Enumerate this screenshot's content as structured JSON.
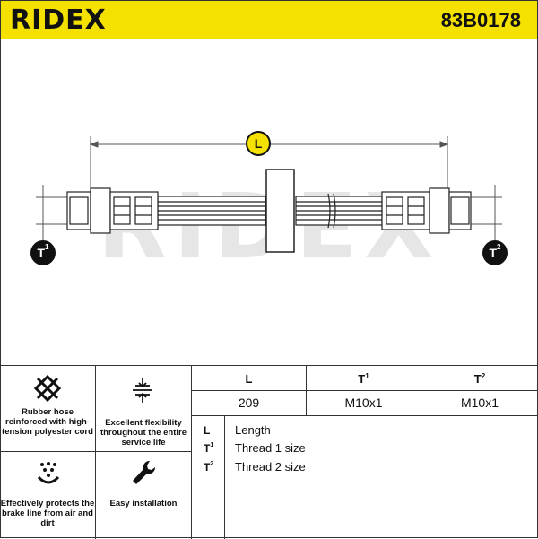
{
  "header": {
    "brand": "RIDEX",
    "part_number": "83B0178"
  },
  "drawing": {
    "watermark": "RIDEX",
    "dim_length": "L",
    "dim_thread1": "T",
    "dim_thread1_sup": "1",
    "dim_thread2": "T",
    "dim_thread2_sup": "2"
  },
  "features": [
    {
      "icon": "mesh-icon",
      "label": "Rubber hose reinforced with high-tension polyester cord"
    },
    {
      "icon": "compress-arrows-icon",
      "label": "Excellent flexibility throughout the entire service life"
    },
    {
      "icon": "droplets-shield-icon",
      "label": "Effectively protects the brake line from air and dirt"
    },
    {
      "icon": "wrench-icon",
      "label": "Easy installation"
    }
  ],
  "table": {
    "headers": [
      {
        "main": "L",
        "sup": ""
      },
      {
        "main": "T",
        "sup": "1"
      },
      {
        "main": "T",
        "sup": "2"
      }
    ],
    "values": [
      "209",
      "M10x1",
      "M10x1"
    ]
  },
  "legend": [
    {
      "key": "L",
      "sup": "",
      "label": "Length"
    },
    {
      "key": "T",
      "sup": "1",
      "label": "Thread 1 size"
    },
    {
      "key": "T",
      "sup": "2",
      "label": "Thread 2 size"
    }
  ],
  "colors": {
    "brand_yellow": "#f5e100",
    "ink": "#111111"
  }
}
